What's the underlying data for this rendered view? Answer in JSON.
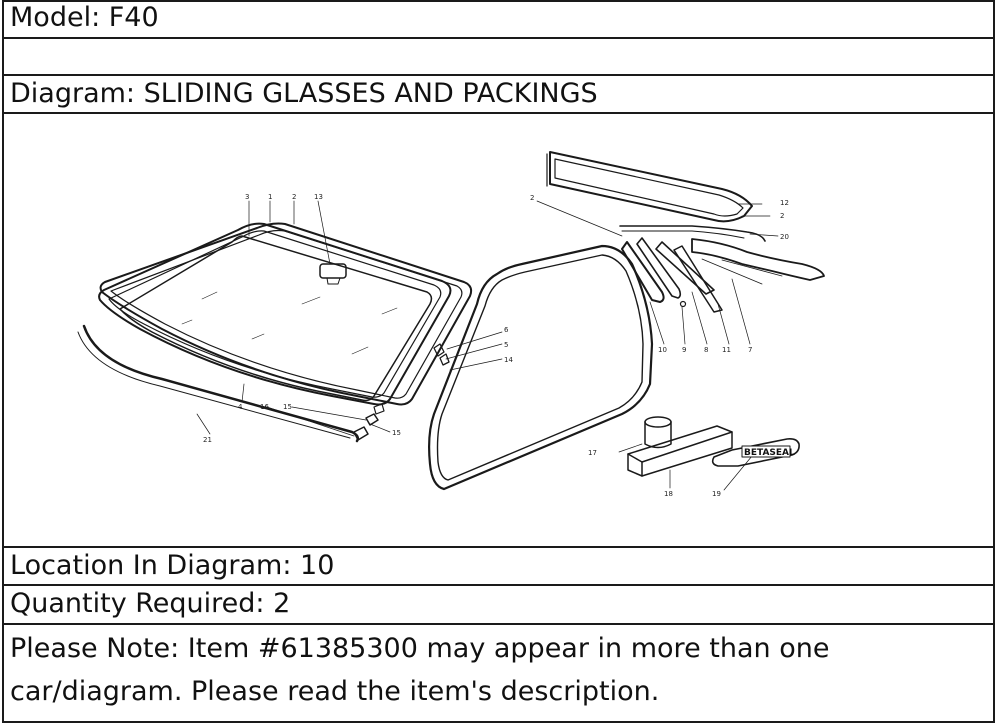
{
  "model_line": "Model: F40",
  "diagram_line": "Diagram: SLIDING GLASSES AND PACKINGS",
  "location_line": "Location In Diagram: 10",
  "quantity_line": "Quantity Required: 2",
  "note_line": "Please Note: Item #61385300 may appear in more than one car/diagram. Please read the item's description.",
  "diagram": {
    "part_labels": {
      "l3": "3",
      "l1": "1",
      "l2a": "2",
      "l13": "13",
      "l2b": "2",
      "l12": "12",
      "l2c": "2",
      "l20": "20",
      "l6": "6",
      "l5": "5",
      "l14": "14",
      "l10": "10",
      "l9": "9",
      "l8": "8",
      "l11": "11",
      "l7": "7",
      "l4": "4",
      "l16": "16",
      "l15a": "15",
      "l15b": "15",
      "l21": "21",
      "l17": "17",
      "l18": "18",
      "l19": "19"
    },
    "tube_brand": "BETASEAL"
  }
}
